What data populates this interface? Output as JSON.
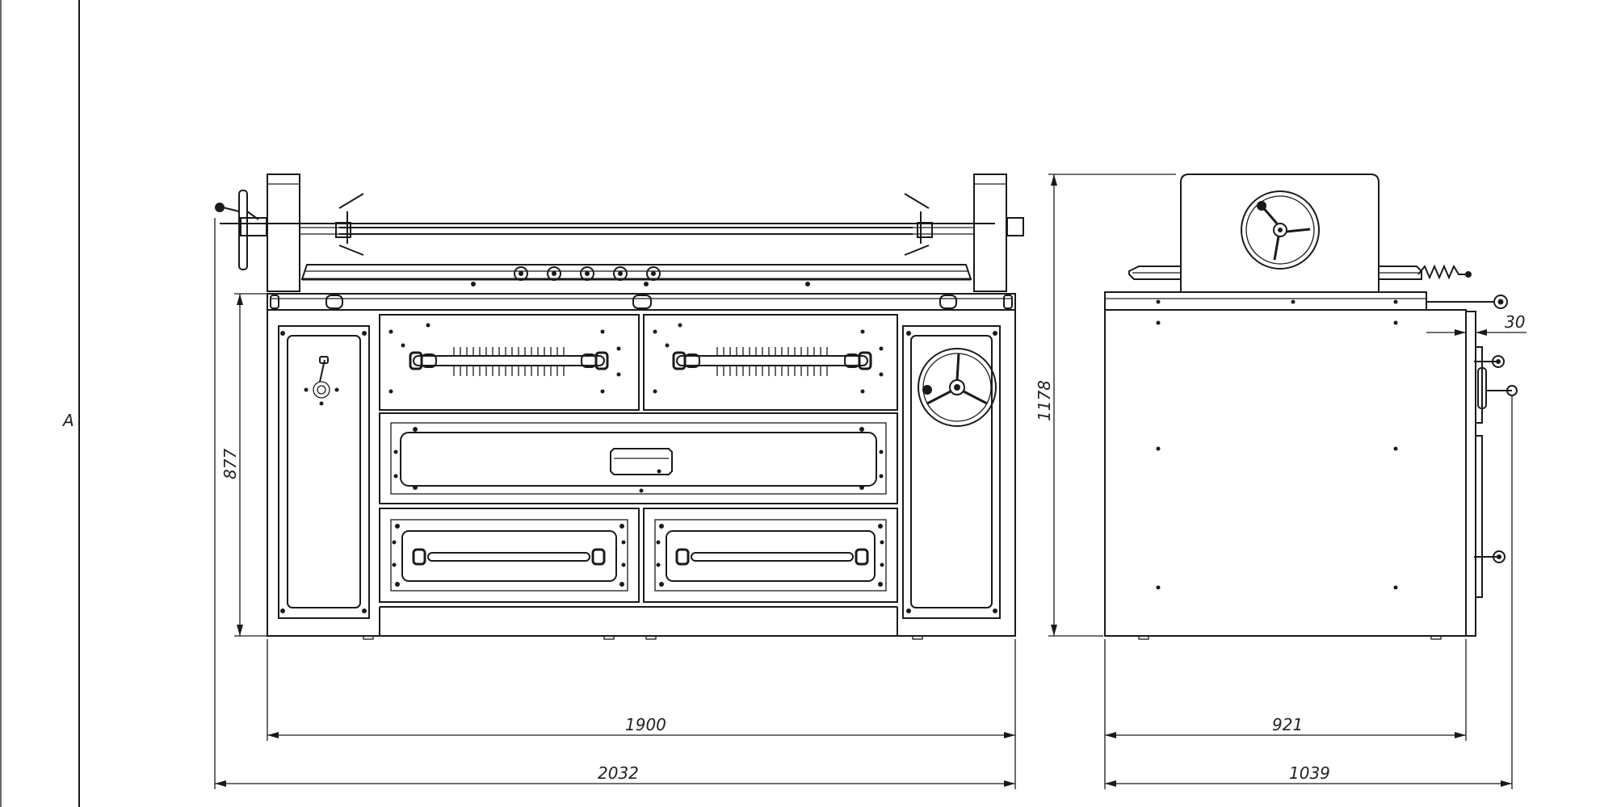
{
  "title_block": {
    "zone_letter": "A"
  },
  "front_view": {
    "dimensions": {
      "height": "877",
      "inner_width": "1900",
      "overall_width": "2032"
    }
  },
  "side_view": {
    "dimensions": {
      "height": "1178",
      "offset": "30",
      "inner_depth": "921",
      "overall_depth": "1039"
    }
  },
  "colors": {
    "line": "#1a1a1a",
    "background": "#ffffff"
  }
}
